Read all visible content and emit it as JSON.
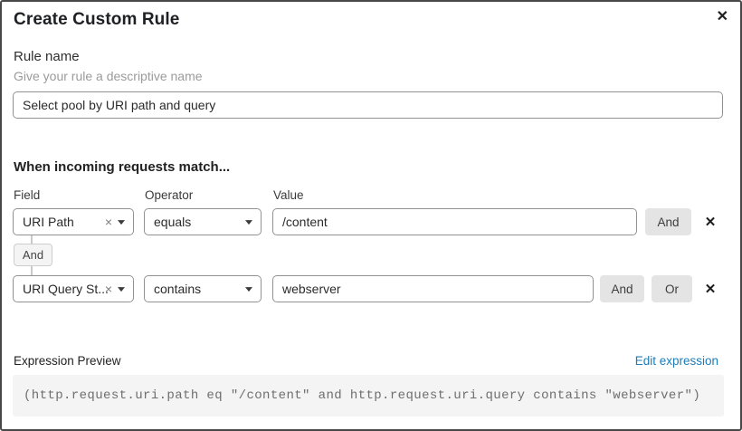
{
  "header": {
    "title": "Create Custom Rule",
    "close_icon": "✕"
  },
  "rule_name": {
    "label": "Rule name",
    "hint": "Give your rule a descriptive name",
    "value": "Select pool by URI path and query"
  },
  "match": {
    "heading": "When incoming requests match...",
    "field_label": "Field",
    "operator_label": "Operator",
    "value_label": "Value",
    "and_label": "And",
    "or_label": "Or",
    "connector": "And",
    "clear_icon": "×",
    "remove_icon": "✕",
    "rows": [
      {
        "field": "URI Path",
        "operator": "equals",
        "value": "/content"
      },
      {
        "field": "URI Query St...",
        "operator": "contains",
        "value": "webserver"
      }
    ]
  },
  "expression_preview": {
    "label": "Expression Preview",
    "edit_link": "Edit expression",
    "expression": "(http.request.uri.path eq \"/content\" and http.request.uri.query contains \"webserver\")"
  },
  "colors": {
    "link_blue": "#1f7bb6",
    "button_gray": "#e4e4e4",
    "input_border": "#929292"
  }
}
